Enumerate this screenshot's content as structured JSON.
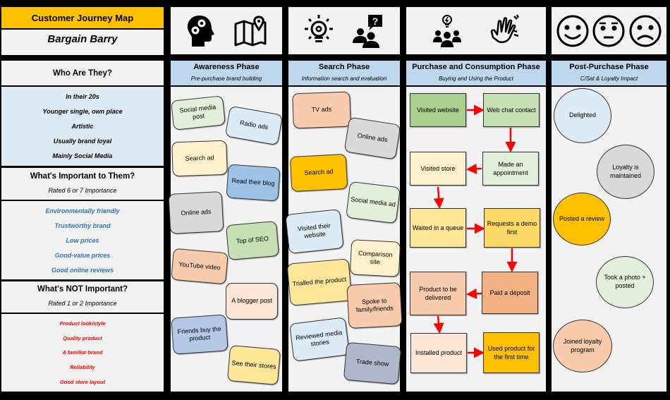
{
  "header": {
    "title": "Customer Journey Map",
    "persona": "Bargain Barry"
  },
  "left": {
    "who": {
      "heading": "Who Are They?",
      "items": [
        "In their 20s",
        "Younger single, own place",
        "Artistic",
        "Usually brand loyal",
        "Mainly Social Media"
      ],
      "bg": "#ddebf7"
    },
    "important": {
      "heading": "What's Important to Them?",
      "subheading": "Rated 6 or 7 Importance",
      "items": [
        "Environmentally friendly",
        "Trustworthy brand",
        "Low prices",
        "Good-value prices",
        "Good online reviews"
      ],
      "color": "#2e75b6"
    },
    "not_important": {
      "heading": "What's NOT Important?",
      "subheading": "Rated 1 or 2 Importance",
      "items": [
        "Product look/style",
        "Quality product",
        "A familiar brand",
        "Reliability",
        "Good store layout"
      ],
      "color": "#ff0000"
    }
  },
  "phases": [
    {
      "title": "Awareness Phase",
      "subtitle": "Pre-purchase brand building",
      "icons": [
        "head-gears-icon",
        "map-pin-icon"
      ],
      "cards": [
        {
          "label": "Social media post",
          "color": "#e2efda"
        },
        {
          "label": "Radio ads",
          "color": "#ddebf7"
        },
        {
          "label": "Search ad",
          "color": "#fff2cc"
        },
        {
          "label": "Read their blog",
          "color": "#9dc3e6"
        },
        {
          "label": "Online ads",
          "color": "#d9d9d9"
        },
        {
          "label": "Top of SEO",
          "color": "#c6e0b4"
        },
        {
          "label": "YouTube video",
          "color": "#f8cbad"
        },
        {
          "label": "A blogger post",
          "color": "#fbe5d6"
        },
        {
          "label": "Friends buy the product",
          "color": "#b4c7e7"
        },
        {
          "label": "See their stores",
          "color": "#ffe699"
        }
      ]
    },
    {
      "title": "Search Phase",
      "subtitle": "Information search and evaluation",
      "icons": [
        "lightbulb-gear-icon",
        "people-question-icon"
      ],
      "cards": [
        {
          "label": "TV ads",
          "color": "#f8cbad"
        },
        {
          "label": "Online ads",
          "color": "#d9d9d9"
        },
        {
          "label": "Search ad",
          "color": "#ffc000"
        },
        {
          "label": "Social media ad",
          "color": "#e2efda"
        },
        {
          "label": "Visited their website",
          "color": "#ddebf7"
        },
        {
          "label": "Comparison site",
          "color": "#fff2cc"
        },
        {
          "label": "Trialled the product",
          "color": "#ffe699"
        },
        {
          "label": "Spoke to family/friends",
          "color": "#f8cbad"
        },
        {
          "label": "Reviewed media stories",
          "color": "#ddebf7"
        },
        {
          "label": "Trade show",
          "color": "#adb9ca"
        }
      ]
    },
    {
      "title": "Purchase and Consumption Phase",
      "subtitle": "Buying and Using the Product",
      "icons": [
        "team-idea-icon",
        "hand-wave-icon"
      ],
      "steps": [
        {
          "label": "Visited website",
          "color": "#a9d08e"
        },
        {
          "label": "Web chat contact",
          "color": "#c6e0b4"
        },
        {
          "label": "Visited store",
          "color": "#fff2cc"
        },
        {
          "label": "Made an appointment",
          "color": "#e2efda"
        },
        {
          "label": "Waited in a queue",
          "color": "#ffe699"
        },
        {
          "label": "Requests a demo first",
          "color": "#ffd966"
        },
        {
          "label": "Product to be delivered",
          "color": "#f8cbad"
        },
        {
          "label": "Paid a deposit",
          "color": "#f4b183"
        },
        {
          "label": "Installed product",
          "color": "#fbe5d6"
        },
        {
          "label": "Used product for the first time",
          "color": "#ffc000"
        }
      ],
      "arrow_color": "#ff0000"
    },
    {
      "title": "Post-Purchase Phase",
      "subtitle": "C/Sat & Loyalty Impact",
      "icons": [
        "happy-face-icon",
        "neutral-face-icon",
        "sad-face-icon"
      ],
      "outcomes": [
        {
          "label": "Delighted",
          "color": "#ddebf7"
        },
        {
          "label": "Loyalty is maintained",
          "color": "#d9d9d9"
        },
        {
          "label": "Posted a review",
          "color": "#ffc000"
        },
        {
          "label": "Took a photo + posted",
          "color": "#e2efda"
        },
        {
          "label": "Joined loyalty program",
          "color": "#f8cbad"
        }
      ]
    }
  ]
}
